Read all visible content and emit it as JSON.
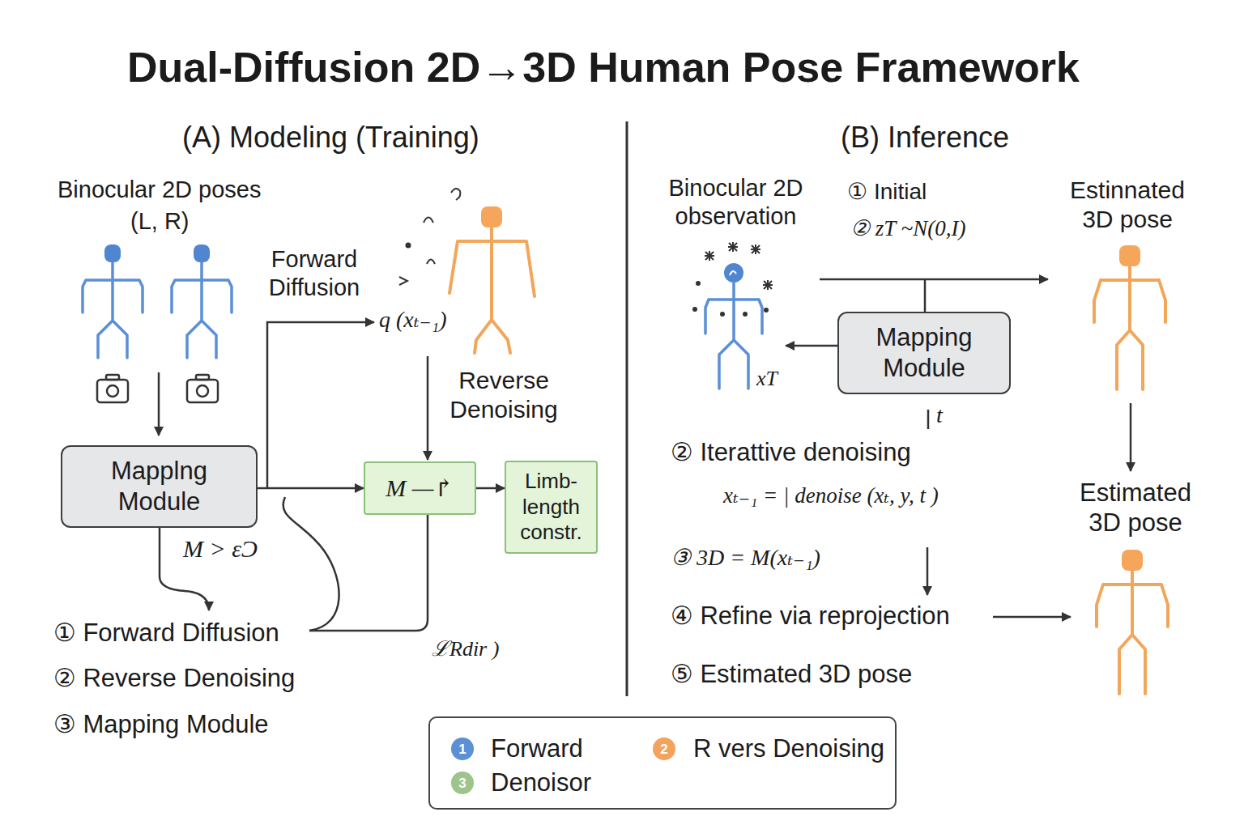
{
  "diagram": {
    "title": "Dual-Diffusion 2D→3D Human Pose Framework",
    "nodes": [
      {
        "text": [
          "Mapplng Module"
        ]
      },
      {
        "text": [
          "M —↱"
        ]
      },
      {
        "text": [
          "Limb- length constr."
        ]
      },
      {
        "text": [
          "Mapping Module"
        ]
      }
    ],
    "edges": [
      {
        "from": 0,
        "to": 1,
        "arrow": "to"
      },
      {
        "from": 1,
        "to": 2,
        "arrow": "to"
      }
    ],
    "labels": [
      "(A) Modeling (Training)",
      "Binocular 2D poses",
      "(L, R)",
      "Forward Diffusion",
      "q (xₜ₋₁)",
      "Reverse Denoising",
      "M > εϽ",
      "① Forward Diffusion",
      "② Reverse Denoising",
      "③ Mapping Module",
      "ℒRdir )",
      "(B) Inference",
      "Binocular 2D observation",
      "① Initial",
      "② zT ~N(0,I)",
      "Estinnated 3D pose",
      "xT",
      "t",
      "② Iterattive denoising",
      "xₜ₋₁ = | denoise (xₜ, y, t )",
      "③ 3D = M(xₜ₋₁)",
      "④ Refine via reprojection",
      "⑤ Estimated 3D pose",
      "Estimated 3D pose",
      "1",
      "2",
      "3"
    ],
    "legend": [
      {
        "text": "Forward",
        "color": "#5b8fd6"
      },
      {
        "text": "R vers Denoising",
        "color": "#f5a35c"
      },
      {
        "text": "Denoisor",
        "color": "#9dc48a"
      }
    ]
  }
}
